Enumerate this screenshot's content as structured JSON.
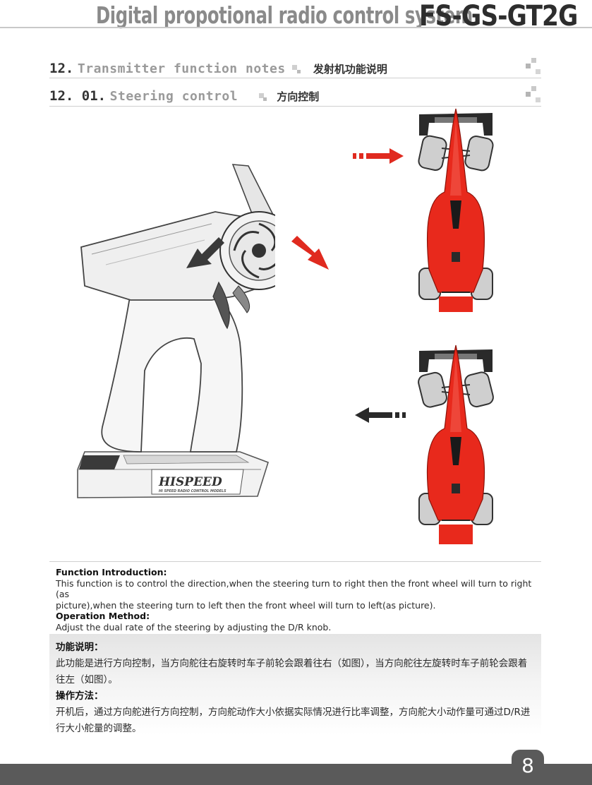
{
  "header": {
    "title": "Digital propotional radio control system",
    "model": "FS-GS-GT2G"
  },
  "section_main": {
    "number": "12.",
    "title_en": "Transmitter function notes",
    "title_cn": "发射机功能说明"
  },
  "section_sub": {
    "number": "12. 01.",
    "title_en": "Steering control",
    "title_cn": "方向控制"
  },
  "illustration": {
    "brand_logo": "HISPEED",
    "brand_tagline": "HI SPEED RADIO CONTROL MODELS"
  },
  "english": {
    "func_heading": "Function Introduction:",
    "func_line1": "This function is to control the direction,when the steering turn to right then the front wheel will turn to right (as",
    "func_line2": "picture),when the steering turn to left then the front wheel will turn to left(as picture).",
    "op_heading": "Operation Method:",
    "op_line1": "Adjust the dual rate of the steering by adjusting the D/R knob."
  },
  "chinese": {
    "func_heading": "功能说明：",
    "func_line1": "此功能是进行方向控制，当方向舵往右旋转时车子前轮会跟着往右（如图），当方向舵往左旋转时车子前轮会跟着",
    "func_line2": "往左（如图）。",
    "op_heading": "操作方法：",
    "op_line1": "开机后，通过方向舵进行方向控制，方向舵动作大小依据实际情况进行比率调整，方向舵大小动作量可通过D/R进",
    "op_line2": "行大小舵量的调整。"
  },
  "footer": {
    "page_number": "8"
  },
  "colors": {
    "car_red": "#e8291c",
    "arrow_red": "#e02a1f",
    "accent_gray": "#c9c9c9"
  },
  "icons": {
    "right_arrow": "arrow-right-icon",
    "left_arrow": "arrow-left-icon"
  }
}
